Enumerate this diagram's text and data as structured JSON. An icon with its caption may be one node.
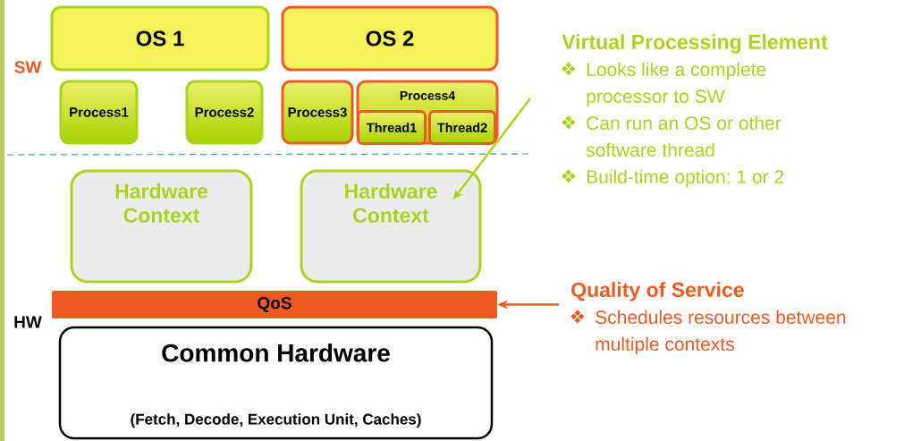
{
  "diagram": {
    "nodes": [
      {
        "text": [
          "OS 1"
        ]
      },
      {
        "text": [
          "OS 2"
        ]
      },
      {
        "text": [
          "Process1"
        ]
      },
      {
        "text": [
          "Process2"
        ]
      },
      {
        "text": [
          "Process3"
        ]
      },
      {
        "text": [
          "Process4"
        ]
      },
      {
        "text": [
          "Thread1"
        ],
        "in": 5
      },
      {
        "text": [
          "Thread2"
        ],
        "in": 5
      },
      {
        "text": [
          "Hardware Context"
        ]
      },
      {
        "text": [
          "Hardware Context"
        ]
      },
      {
        "text": [
          "QoS"
        ]
      },
      {
        "text": [
          "Common Hardware",
          "(Fetch, Decode, Execution Unit, Caches)"
        ]
      },
      {
        "text": [
          "Virtual Processing Element",
          "Looks like a complete processor to SW",
          "Can run an OS or other software thread",
          "Build-time option: 1 or 2"
        ]
      },
      {
        "text": [
          "Quality of Service",
          "Schedules resources between multiple contexts"
        ]
      }
    ],
    "edges": [
      {
        "from": 12,
        "to": 9,
        "arrow": "to",
        "color": "#a8d41e"
      },
      {
        "from": 13,
        "to": 10,
        "arrow": "to",
        "color": "#ee5a24"
      }
    ],
    "labels": [
      "SW",
      "HW"
    ]
  }
}
